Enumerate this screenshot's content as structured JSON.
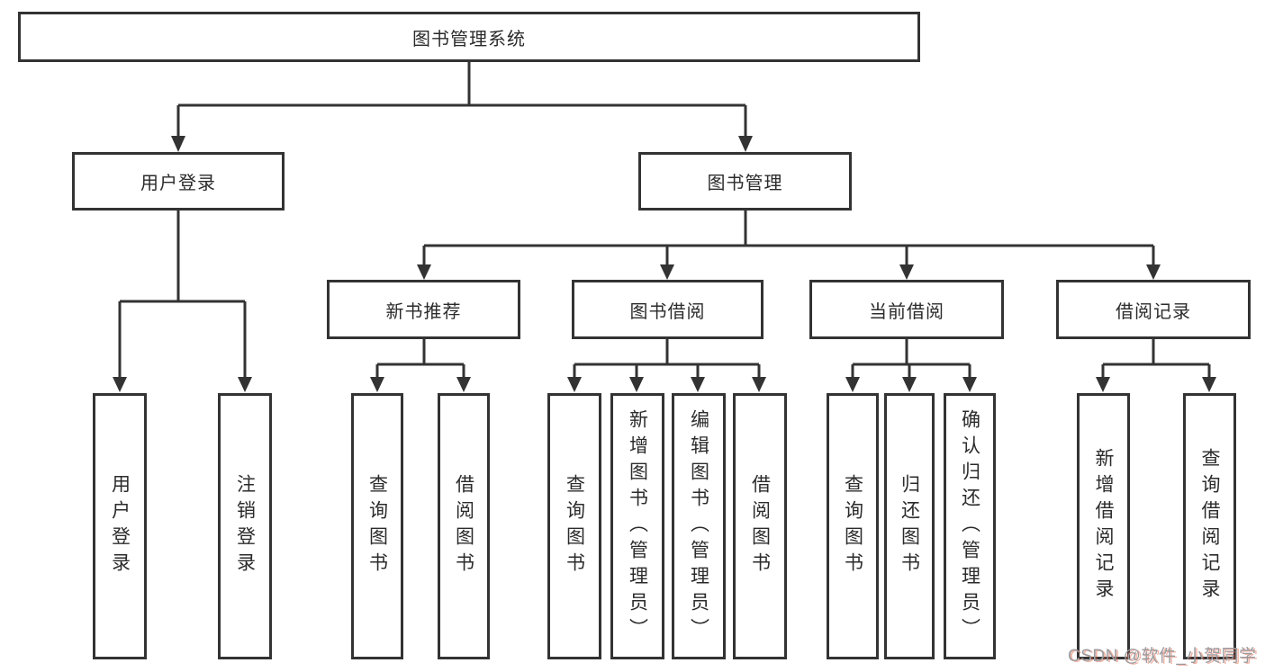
{
  "nodes": {
    "root": {
      "label": "图书管理系统"
    },
    "level2": [
      {
        "label": "用户登录"
      },
      {
        "label": "图书管理"
      }
    ],
    "level3": [
      {
        "label": "新书推荐",
        "parent": "图书管理"
      },
      {
        "label": "图书借阅",
        "parent": "图书管理"
      },
      {
        "label": "当前借阅",
        "parent": "图书管理"
      },
      {
        "label": "借阅记录",
        "parent": "图书管理"
      }
    ],
    "leaves": [
      {
        "label": "用户登录",
        "parent": "用户登录"
      },
      {
        "label": "注销登录",
        "parent": "用户登录"
      },
      {
        "label": "查询图书",
        "parent": "新书推荐"
      },
      {
        "label": "借阅图书",
        "parent": "新书推荐"
      },
      {
        "label": "查询图书",
        "parent": "图书借阅"
      },
      {
        "label": "新增图书（管理员）",
        "parent": "图书借阅"
      },
      {
        "label": "编辑图书（管理员）",
        "parent": "图书借阅"
      },
      {
        "label": "借阅图书",
        "parent": "图书借阅"
      },
      {
        "label": "查询图书",
        "parent": "当前借阅"
      },
      {
        "label": "归还图书",
        "parent": "当前借阅"
      },
      {
        "label": "确认归还（管理员）",
        "parent": "当前借阅"
      },
      {
        "label": "新增借阅记录",
        "parent": "借阅记录"
      },
      {
        "label": "查询借阅记录",
        "parent": "借阅记录"
      }
    ]
  },
  "watermark": {
    "text": "CSDN @软件_小贺同学"
  },
  "colors": {
    "line": "#333333",
    "box_border": "#333333",
    "box_background": "#ffffff",
    "text": "#2b2b2b",
    "watermark_text": "#9b9b9f",
    "watermark_accent": "#de5a3c"
  }
}
